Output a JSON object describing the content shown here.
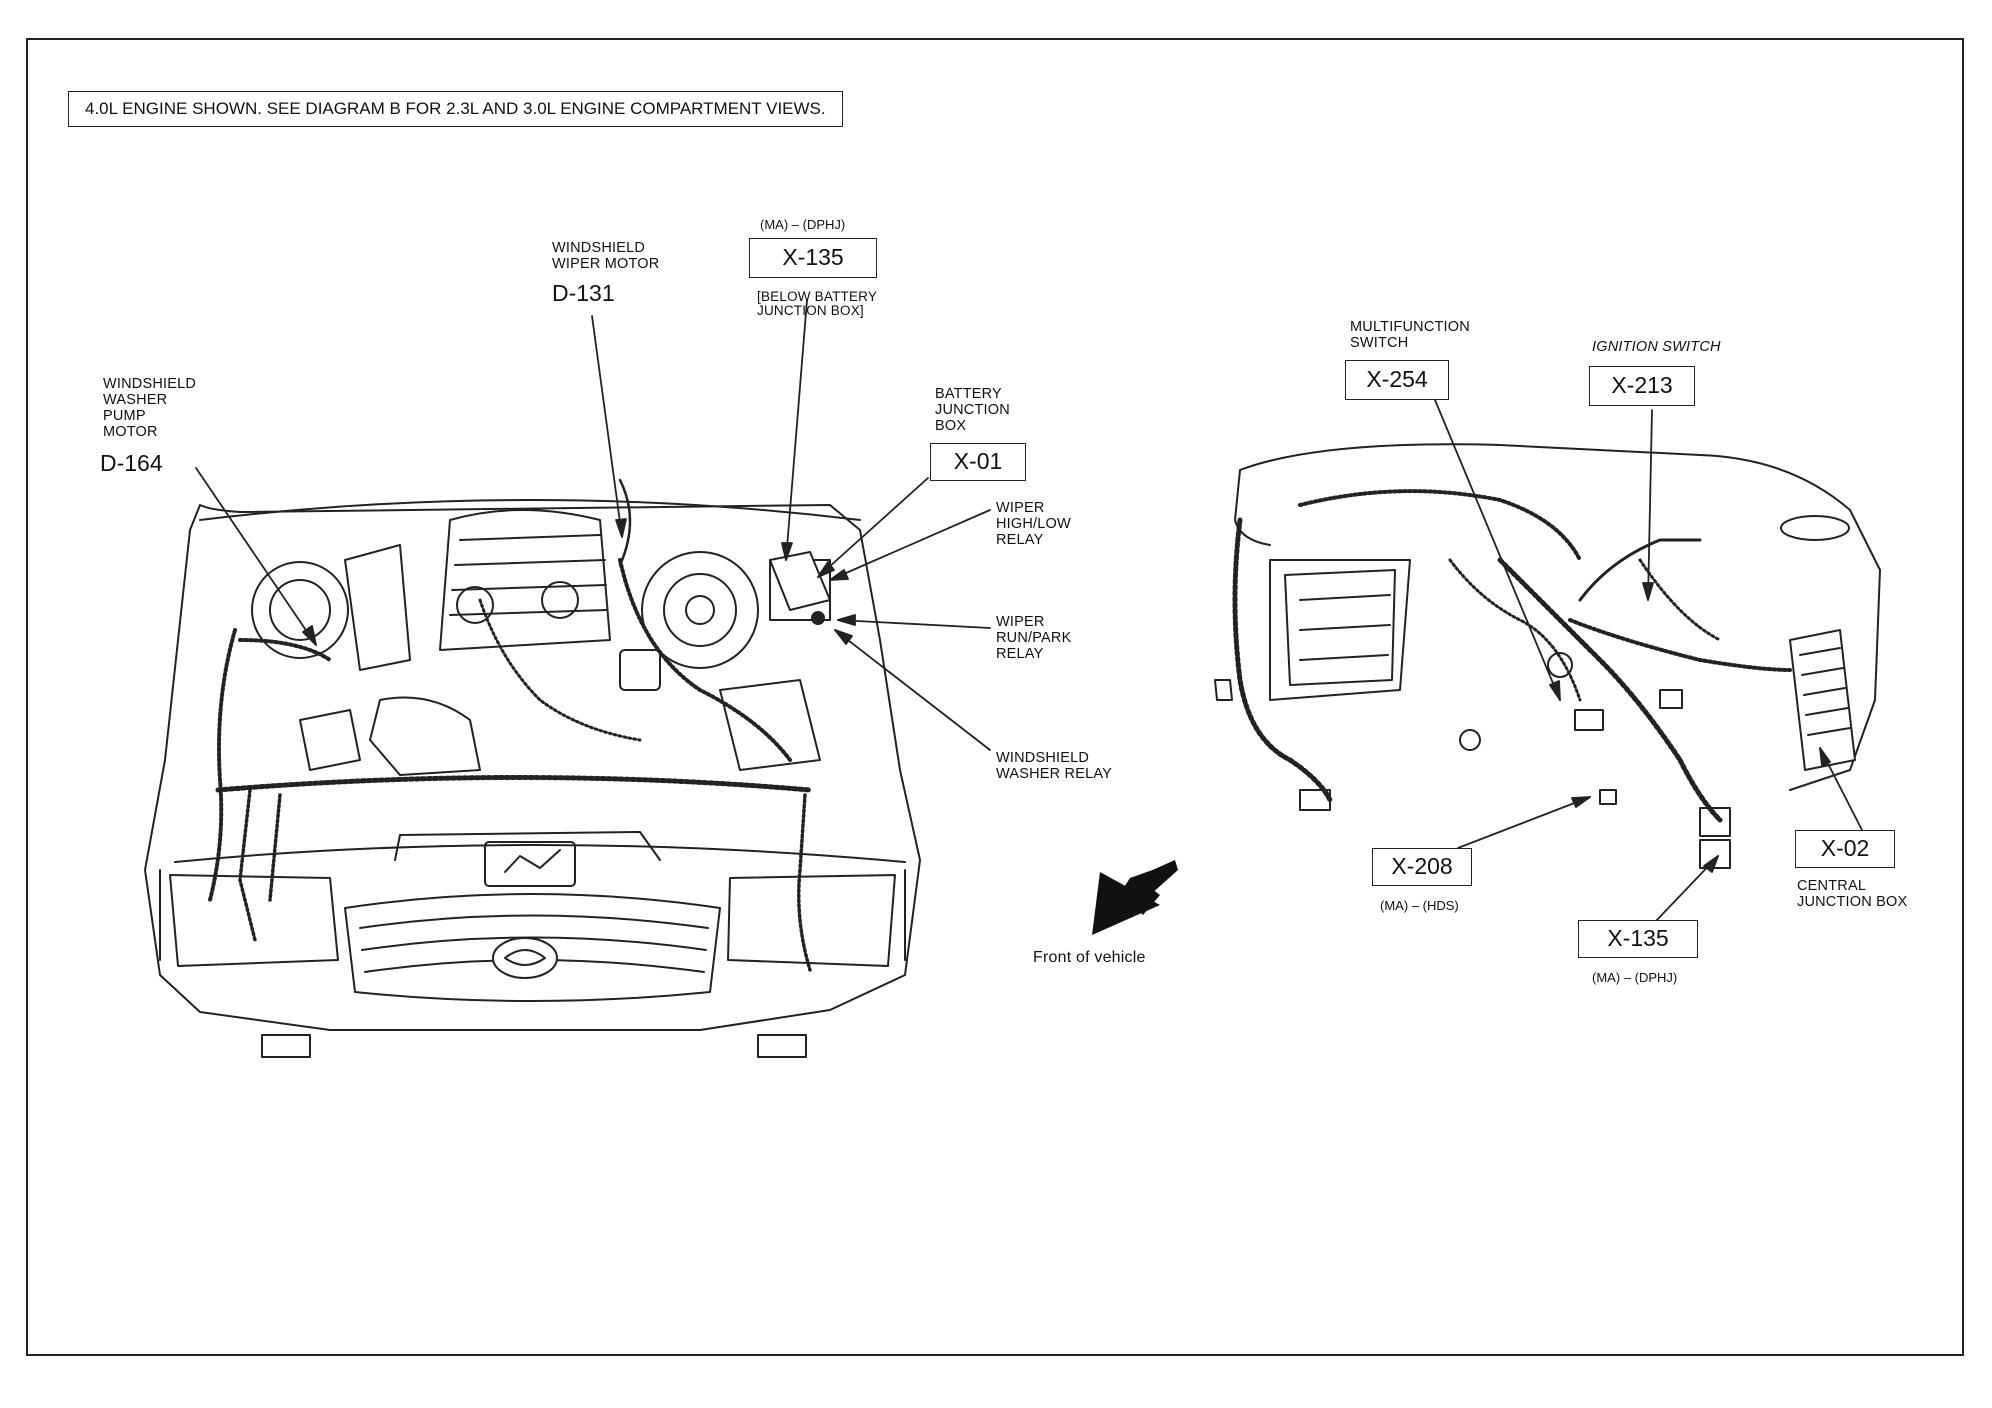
{
  "note": "4.0L ENGINE SHOWN. SEE DIAGRAM B FOR 2.3L AND 3.0L ENGINE COMPARTMENT VIEWS.",
  "left_view": {
    "washer_pump": {
      "label": "WINDSHIELD\nWASHER\nPUMP\nMOTOR",
      "code": "D-164"
    },
    "wiper_motor": {
      "label": "WINDSHIELD\nWIPER MOTOR",
      "code": "D-131"
    },
    "x135_top": {
      "prefix": "(MA) – (DPHJ)",
      "code": "X-135",
      "suffix": "[BELOW BATTERY\nJUNCTION BOX]"
    },
    "battery_jb": {
      "label": "BATTERY\nJUNCTION\nBOX",
      "code": "X-01"
    },
    "wiper_hl_relay": "WIPER\nHIGH/LOW\nRELAY",
    "wiper_rp_relay": "WIPER\nRUN/PARK\nRELAY",
    "washer_relay": "WINDSHIELD\nWASHER RELAY"
  },
  "front_of_vehicle": "Front of vehicle",
  "right_view": {
    "multifunction": {
      "label": "MULTIFUNCTION\nSWITCH",
      "code": "X-254"
    },
    "ignition": {
      "label": "IGNITION SWITCH",
      "code": "X-213"
    },
    "x208": {
      "code": "X-208",
      "suffix": "(MA) – (HDS)"
    },
    "x135_bottom": {
      "code": "X-135",
      "suffix": "(MA) – (DPHJ)"
    },
    "central_jb": {
      "code": "X-02",
      "label": "CENTRAL\nJUNCTION BOX"
    }
  }
}
